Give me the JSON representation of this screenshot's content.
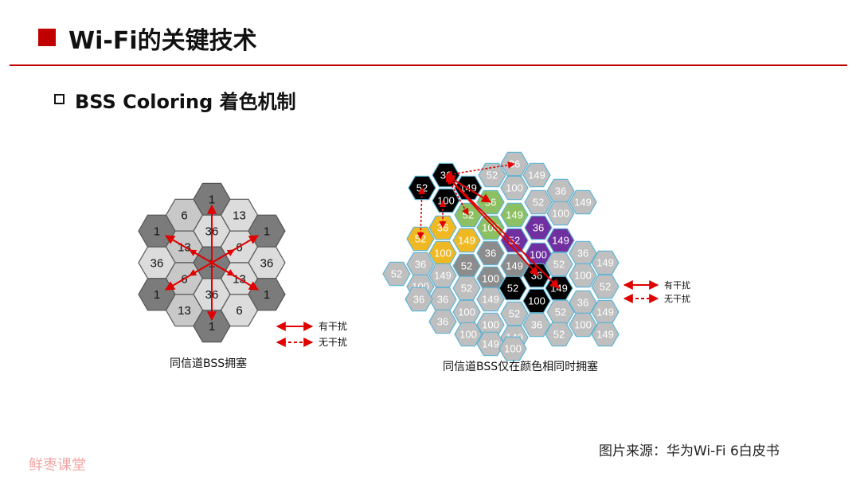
{
  "header": {
    "title": "Wi-Fi的关键技术"
  },
  "section": {
    "subtitle": "BSS Coloring 着色机制"
  },
  "left_diagram": {
    "caption": "同信道BSS拥塞",
    "legend": {
      "interference": "有干扰",
      "no_interference": "无干扰"
    },
    "cells": [
      {
        "label": "1",
        "fill": "#7b7b7b"
      },
      {
        "label": "6",
        "fill": "#c8c8c8"
      },
      {
        "label": "13",
        "fill": "#dcdcdc"
      },
      {
        "label": "1",
        "fill": "#7b7b7b"
      },
      {
        "label": "36",
        "fill": "#dcdcdc"
      },
      {
        "label": "1",
        "fill": "#7b7b7b"
      },
      {
        "label": "13",
        "fill": "#c8c8c8"
      },
      {
        "label": "6",
        "fill": "#dcdcdc"
      },
      {
        "label": "36",
        "fill": "#dcdcdc"
      },
      {
        "label": "1",
        "fill": "#7b7b7b"
      },
      {
        "label": "36",
        "fill": "#dcdcdc"
      },
      {
        "label": "6",
        "fill": "#c8c8c8"
      },
      {
        "label": "13",
        "fill": "#dcdcdc"
      },
      {
        "label": "1",
        "fill": "#7b7b7b"
      },
      {
        "label": "36",
        "fill": "#dcdcdc"
      },
      {
        "label": "1",
        "fill": "#7b7b7b"
      },
      {
        "label": "13",
        "fill": "#c8c8c8"
      },
      {
        "label": "6",
        "fill": "#dcdcdc"
      },
      {
        "label": "1",
        "fill": "#7b7b7b"
      }
    ]
  },
  "right_diagram": {
    "caption": "同信道BSS仅在颜色相同时拥塞",
    "legend": {
      "interference": "有干扰",
      "no_interference": "无干扰"
    },
    "cells": [
      {
        "label": "36",
        "fill": "#000000"
      },
      {
        "label": "52",
        "fill": "#000000"
      },
      {
        "label": "149",
        "fill": "#000000"
      },
      {
        "label": "100",
        "fill": "#000000"
      },
      {
        "label": "52",
        "fill": "#bfbfbf"
      },
      {
        "label": "36",
        "fill": "#bfbfbf"
      },
      {
        "label": "149",
        "fill": "#bfbfbf"
      },
      {
        "label": "100",
        "fill": "#bfbfbf"
      },
      {
        "label": "36",
        "fill": "#bfbfbf"
      },
      {
        "label": "52",
        "fill": "#bfbfbf"
      },
      {
        "label": "149",
        "fill": "#bfbfbf"
      },
      {
        "label": "100",
        "fill": "#bfbfbf"
      },
      {
        "label": "36",
        "fill": "#8cc063"
      },
      {
        "label": "52",
        "fill": "#8cc063"
      },
      {
        "label": "149",
        "fill": "#8cc063"
      },
      {
        "label": "100",
        "fill": "#8cc063"
      },
      {
        "label": "52",
        "fill": "#f0b923"
      },
      {
        "label": "36",
        "fill": "#f0b923"
      },
      {
        "label": "149",
        "fill": "#f0b923"
      },
      {
        "label": "100",
        "fill": "#f0b923"
      },
      {
        "label": "36",
        "fill": "#7030a0"
      },
      {
        "label": "52",
        "fill": "#7030a0"
      },
      {
        "label": "149",
        "fill": "#7030a0"
      },
      {
        "label": "100",
        "fill": "#7030a0"
      },
      {
        "label": "36",
        "fill": "#8c8c8c"
      },
      {
        "label": "52",
        "fill": "#8c8c8c"
      },
      {
        "label": "149",
        "fill": "#8c8c8c"
      },
      {
        "label": "100",
        "fill": "#8c8c8c"
      },
      {
        "label": "36",
        "fill": "#000000"
      },
      {
        "label": "52",
        "fill": "#000000"
      },
      {
        "label": "149",
        "fill": "#000000"
      },
      {
        "label": "100",
        "fill": "#000000"
      },
      {
        "label": "52",
        "fill": "#bfbfbf"
      },
      {
        "label": "36",
        "fill": "#bfbfbf"
      },
      {
        "label": "149",
        "fill": "#bfbfbf"
      },
      {
        "label": "100",
        "fill": "#bfbfbf"
      },
      {
        "label": "36",
        "fill": "#bfbfbf"
      },
      {
        "label": "52",
        "fill": "#bfbfbf"
      },
      {
        "label": "149",
        "fill": "#bfbfbf"
      },
      {
        "label": "100",
        "fill": "#bfbfbf"
      },
      {
        "label": "52",
        "fill": "#bfbfbf"
      },
      {
        "label": "36",
        "fill": "#bfbfbf"
      },
      {
        "label": "149",
        "fill": "#bfbfbf"
      },
      {
        "label": "100",
        "fill": "#bfbfbf"
      },
      {
        "label": "36",
        "fill": "#bfbfbf"
      },
      {
        "label": "52",
        "fill": "#bfbfbf"
      },
      {
        "label": "149",
        "fill": "#bfbfbf"
      },
      {
        "label": "100",
        "fill": "#bfbfbf"
      },
      {
        "label": "36",
        "fill": "#bfbfbf"
      },
      {
        "label": "52",
        "fill": "#bfbfbf"
      },
      {
        "label": "149",
        "fill": "#bfbfbf"
      },
      {
        "label": "100",
        "fill": "#bfbfbf"
      },
      {
        "label": "52",
        "fill": "#bfbfbf"
      },
      {
        "label": "36",
        "fill": "#bfbfbf"
      },
      {
        "label": "149",
        "fill": "#bfbfbf"
      },
      {
        "label": "100",
        "fill": "#bfbfbf"
      },
      {
        "label": "36",
        "fill": "#bfbfbf"
      },
      {
        "label": "52",
        "fill": "#bfbfbf"
      },
      {
        "label": "149",
        "fill": "#bfbfbf"
      },
      {
        "label": "100",
        "fill": "#bfbfbf"
      }
    ]
  },
  "colors": {
    "accent": "#c00000",
    "arrow": "#e00000"
  },
  "footer": {
    "source": "图片来源：华为Wi-Fi 6白皮书",
    "watermark": "鲜枣课堂"
  }
}
